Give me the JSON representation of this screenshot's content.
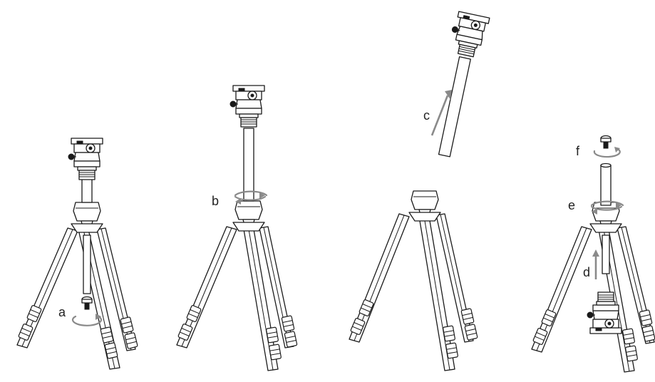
{
  "steps": [
    {
      "id": "a",
      "label": "a"
    },
    {
      "id": "b",
      "label": "b"
    },
    {
      "id": "c",
      "label": "c"
    },
    {
      "id": "d",
      "label": "d"
    },
    {
      "id": "e",
      "label": "e"
    },
    {
      "id": "f",
      "label": "f"
    }
  ],
  "colors": {
    "ink": "#1a1a1a",
    "arrow": "#8a8a8a",
    "background": "#ffffff"
  }
}
